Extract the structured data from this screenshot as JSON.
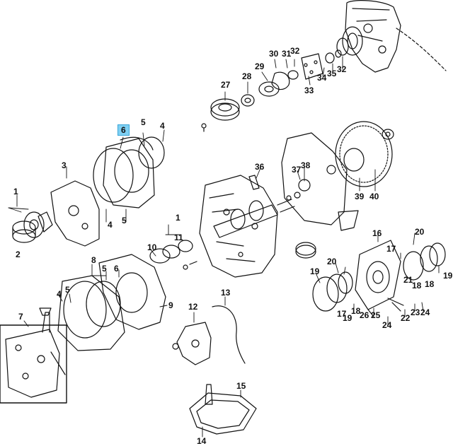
{
  "diagram": {
    "highlighted_part": "6",
    "highlight_color": "#7fd0f3",
    "line_color": "#111111",
    "callouts": [
      {
        "text": "1"
      },
      {
        "text": "2"
      },
      {
        "text": "3"
      },
      {
        "text": "4"
      },
      {
        "text": "5"
      },
      {
        "text": "6"
      },
      {
        "text": "4"
      },
      {
        "text": "5"
      },
      {
        "text": "1"
      },
      {
        "text": "11"
      },
      {
        "text": "10"
      },
      {
        "text": "8"
      },
      {
        "text": "5"
      },
      {
        "text": "6"
      },
      {
        "text": "4"
      },
      {
        "text": "5"
      },
      {
        "text": "9"
      },
      {
        "text": "7"
      },
      {
        "text": "12"
      },
      {
        "text": "13"
      },
      {
        "text": "14"
      },
      {
        "text": "15"
      },
      {
        "text": "27"
      },
      {
        "text": "28"
      },
      {
        "text": "29"
      },
      {
        "text": "30"
      },
      {
        "text": "31"
      },
      {
        "text": "32"
      },
      {
        "text": "33"
      },
      {
        "text": "34"
      },
      {
        "text": "35"
      },
      {
        "text": "32"
      },
      {
        "text": "36"
      },
      {
        "text": "37"
      },
      {
        "text": "38"
      },
      {
        "text": "39"
      },
      {
        "text": "40"
      },
      {
        "text": "16"
      },
      {
        "text": "17"
      },
      {
        "text": "20"
      },
      {
        "text": "21"
      },
      {
        "text": "18"
      },
      {
        "text": "18"
      },
      {
        "text": "19"
      },
      {
        "text": "19"
      },
      {
        "text": "20"
      },
      {
        "text": "17"
      },
      {
        "text": "18"
      },
      {
        "text": "19"
      },
      {
        "text": "26"
      },
      {
        "text": "25"
      },
      {
        "text": "24"
      },
      {
        "text": "22"
      },
      {
        "text": "23"
      },
      {
        "text": "24"
      }
    ]
  }
}
